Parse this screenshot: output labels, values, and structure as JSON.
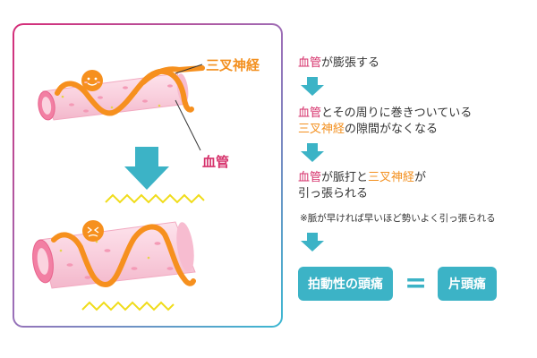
{
  "labels": {
    "trigeminal": "三叉神経",
    "vessel": "血管"
  },
  "steps": [
    {
      "parts": [
        {
          "text": "血管",
          "color": "pink"
        },
        {
          "text": "が膨張する",
          "color": "plain"
        }
      ]
    },
    {
      "line1": [
        {
          "text": "血管",
          "color": "pink"
        },
        {
          "text": "とその周りに巻きついている",
          "color": "plain"
        }
      ],
      "line2": [
        {
          "text": "三叉神経",
          "color": "orange"
        },
        {
          "text": "の隙間がなくなる",
          "color": "plain"
        }
      ]
    },
    {
      "line1": [
        {
          "text": "血管",
          "color": "pink"
        },
        {
          "text": "が脈打と",
          "color": "plain"
        },
        {
          "text": "三叉神経",
          "color": "orange"
        },
        {
          "text": "が",
          "color": "plain"
        }
      ],
      "line2": [
        {
          "text": "引っ張られる",
          "color": "plain"
        }
      ]
    }
  ],
  "note": "※脈が早ければ早いほど勢いよく引っ張られる",
  "result": {
    "left": "拍動性の頭痛",
    "equals": "=",
    "right": "片頭痛"
  },
  "colors": {
    "accent_teal": "#3cb3c6",
    "pink": "#d6336c",
    "orange": "#f39020",
    "vessel": "#f8c8d8"
  }
}
